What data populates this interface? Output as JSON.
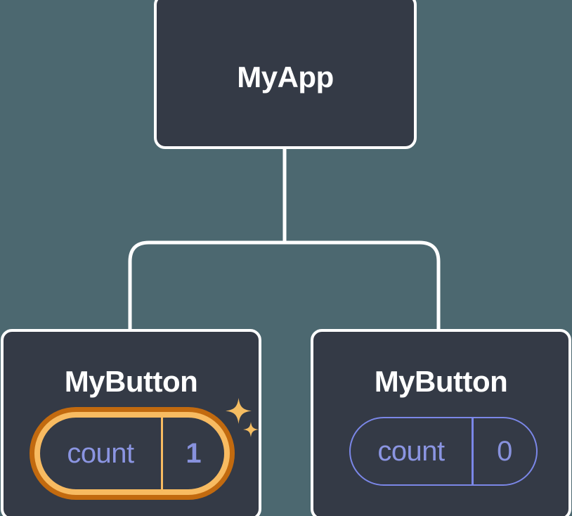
{
  "diagram": {
    "description": "Component tree: MyApp root with two MyButton children holding independent count state",
    "root": {
      "label": "MyApp"
    },
    "children": [
      {
        "label": "MyButton",
        "state": {
          "name": "count",
          "value": "1"
        },
        "highlighted": true
      },
      {
        "label": "MyButton",
        "state": {
          "name": "count",
          "value": "0"
        },
        "highlighted": false
      }
    ]
  },
  "colors": {
    "background": "#4c6870",
    "node_fill": "#343a46",
    "node_border": "#ffffff",
    "connector": "#ffffff",
    "state_purple": "#8b95e2",
    "state_pill_border": "#7b87e8",
    "highlight_outer_ring": "#c26a0f",
    "highlight_inner_ring": "#f8bb61",
    "sparkle_gold": "#f5bd62",
    "title_text": "#ffffff"
  }
}
